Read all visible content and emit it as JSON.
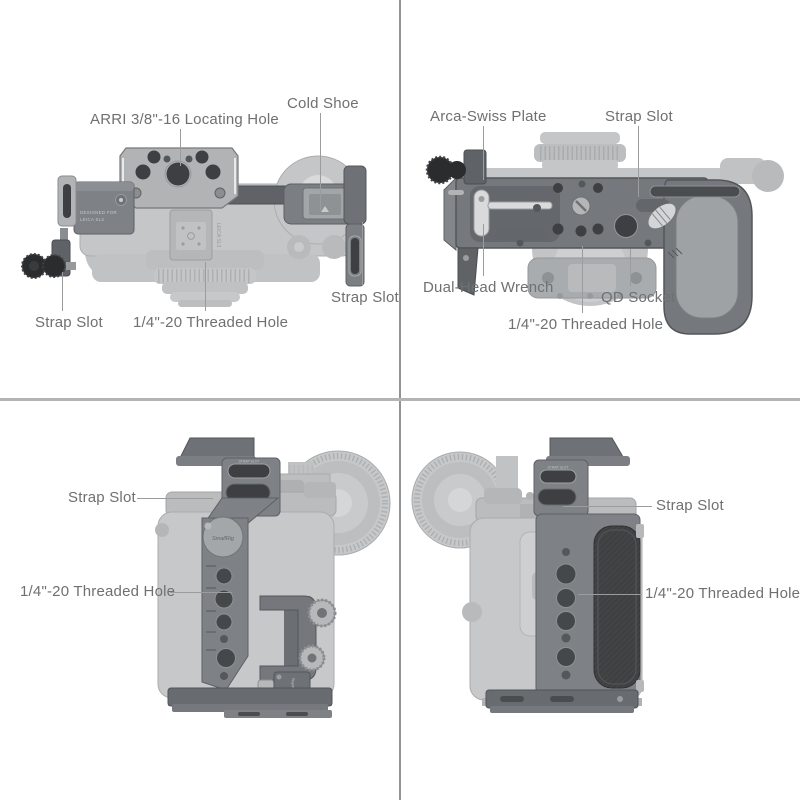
{
  "meta": {
    "background": "#ffffff",
    "divider_color_vertical": "#919395",
    "divider_color_horizontal": "#b2b4b5",
    "label_text_color": "#6e7072",
    "leader_line_color": "#9b9c9e",
    "cage_color": "#75797d",
    "ghost_camera_color": "#c6c8ca",
    "rubber_pad_color": "#3e4042"
  },
  "quadrants": {
    "top_left": {
      "view": "top-view",
      "labels": [
        {
          "text": "ARRI 3/8\"-16 Locating Hole"
        },
        {
          "text": "Cold Shoe"
        },
        {
          "text": "Strap Slot"
        },
        {
          "text": "Strap Slot"
        },
        {
          "text": "1/4\"-20 Threaded Hole"
        }
      ],
      "engravings": {
        "designed_for_line1": "DESIGNED FOR",
        "designed_for_line2": "LEICA SL3",
        "hotshoe_model": "LEICA SL3"
      }
    },
    "top_right": {
      "view": "bottom-view",
      "labels": [
        {
          "text": "Arca-Swiss Plate"
        },
        {
          "text": "Strap Slot"
        },
        {
          "text": "Dual-Head Wrench"
        },
        {
          "text": "QD Socket"
        },
        {
          "text": "1/4\"-20 Threaded Hole"
        }
      ]
    },
    "bottom_left": {
      "view": "left-side-view",
      "labels": [
        {
          "text": "Strap Slot"
        },
        {
          "text": "1/4\"-20 Threaded Hole"
        }
      ],
      "engravings": {
        "strap_slot_marking": "STRAP SLOT",
        "brand_disc": "SmallRig",
        "clamp_brand": "SmallRig"
      }
    },
    "bottom_right": {
      "view": "right-side-view",
      "labels": [
        {
          "text": "Strap Slot"
        },
        {
          "text": "1/4\"-20 Threaded Hole"
        }
      ],
      "engravings": {
        "strap_slot_marking": "STRAP SLOT"
      }
    }
  }
}
